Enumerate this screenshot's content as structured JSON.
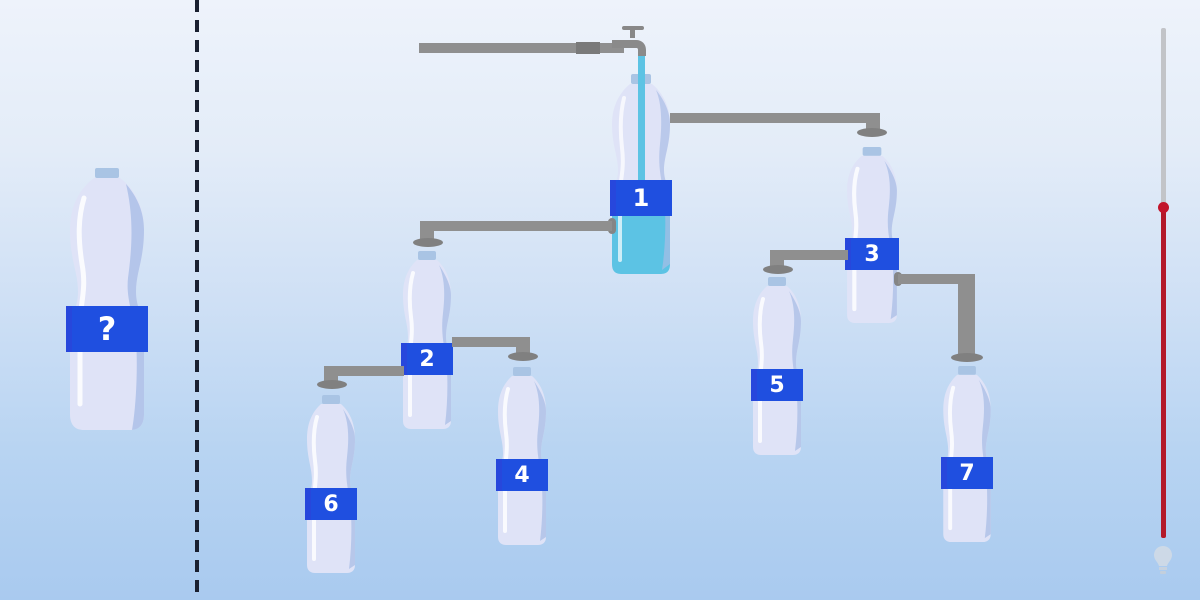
{
  "puzzle": {
    "question_bottle_label": "?",
    "bottles": [
      {
        "id": "1",
        "label": "1",
        "filled": true
      },
      {
        "id": "2",
        "label": "2",
        "filled": false
      },
      {
        "id": "3",
        "label": "3",
        "filled": false
      },
      {
        "id": "4",
        "label": "4",
        "filled": false
      },
      {
        "id": "5",
        "label": "5",
        "filled": false
      },
      {
        "id": "6",
        "label": "6",
        "filled": false
      },
      {
        "id": "7",
        "label": "7",
        "filled": false
      }
    ]
  },
  "timer": {
    "progress_percent": 65,
    "track_color": "#c2c4c8",
    "fill_color": "#b3192a",
    "hint_icon": "lightbulb-icon"
  },
  "colors": {
    "label_blue": "#1f4fe0",
    "water": "#5cc3e4",
    "pipe_gray": "#8f8f8f",
    "bottle_body": "#dfe3f7"
  }
}
